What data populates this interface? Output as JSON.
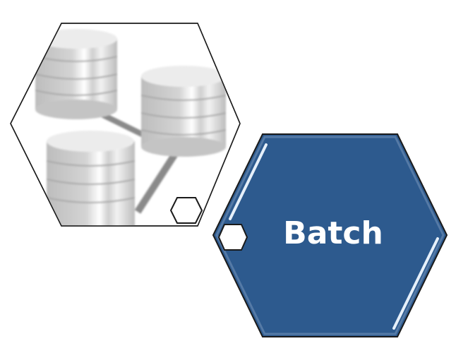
{
  "diagram": {
    "source_node": {
      "icon": "database-cluster-icon",
      "connector": "output-port"
    },
    "target_node": {
      "label": "Batch",
      "connector": "input-port"
    }
  },
  "colors": {
    "batch_fill": "#2d5a8e",
    "outline": "#1a1a1a",
    "database_gray": "#c8c8c8",
    "highlight": "#e6f0fa"
  }
}
